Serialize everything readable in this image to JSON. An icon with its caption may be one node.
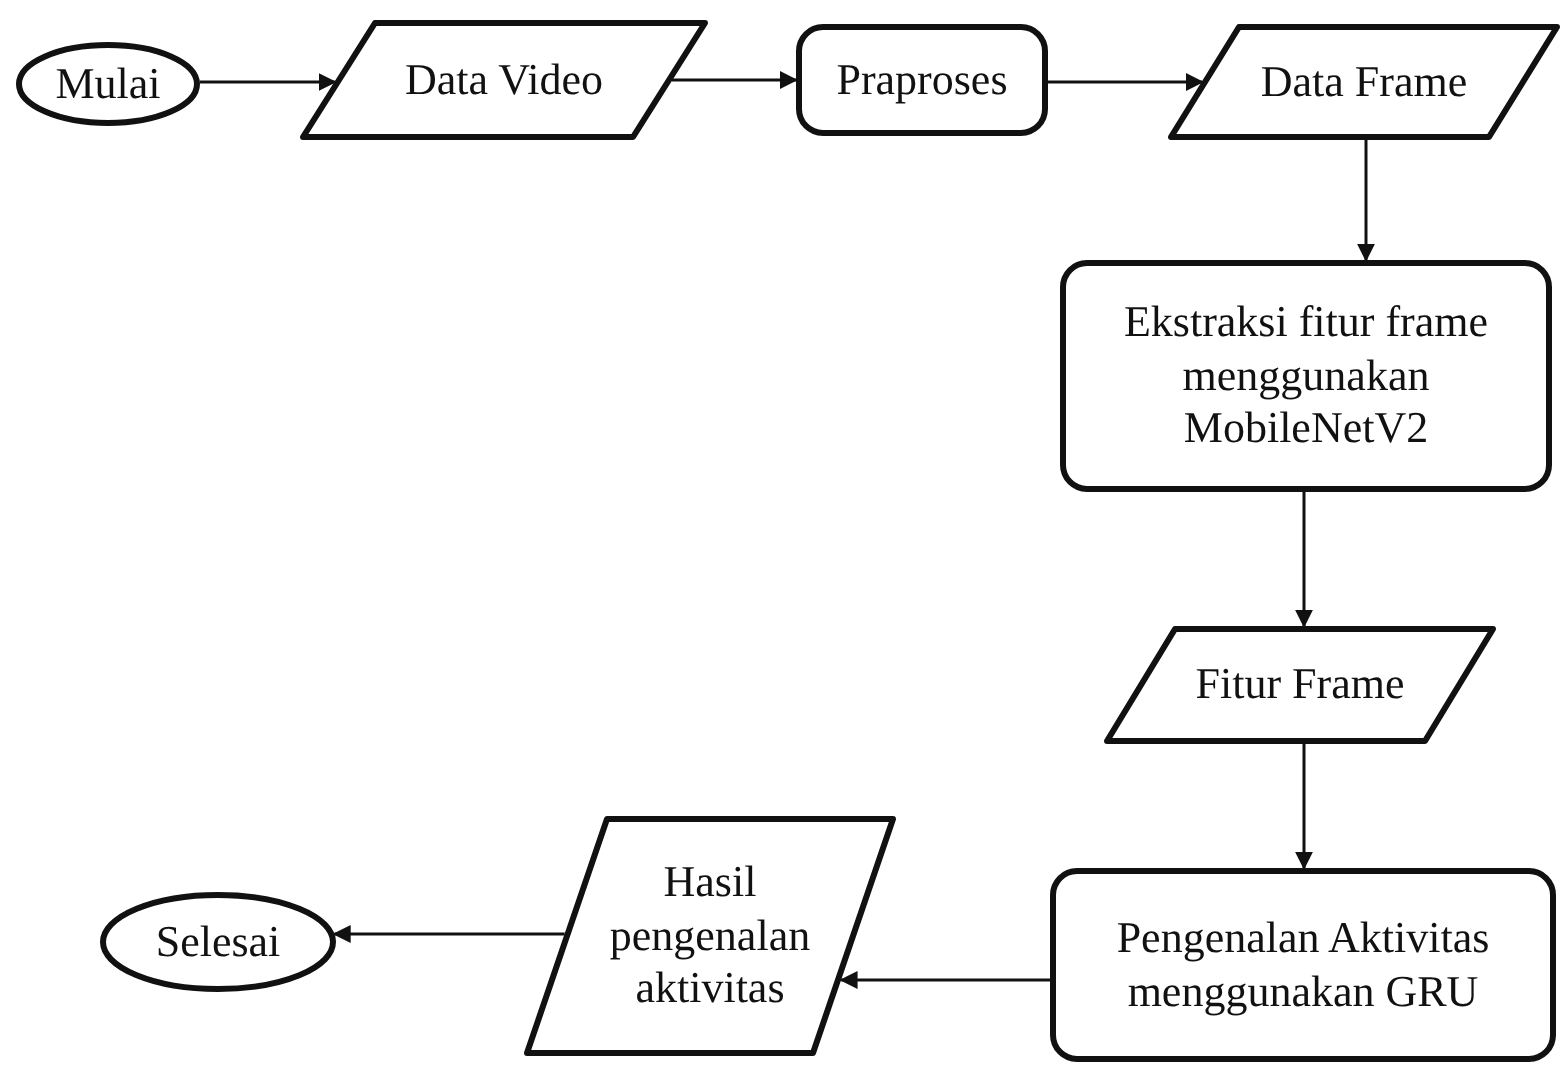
{
  "diagram": {
    "nodes": [
      {
        "text": [
          "Mulai"
        ]
      },
      {
        "text": [
          "Data Video"
        ]
      },
      {
        "text": [
          "Praproses"
        ]
      },
      {
        "text": [
          "Data Frame"
        ]
      },
      {
        "text": [
          "Ekstraksi fitur frame menggunakan MobileNetV2"
        ]
      },
      {
        "text": [
          "Fitur Frame"
        ]
      },
      {
        "text": [
          "Pengenalan Aktivitas menggunakan GRU"
        ]
      },
      {
        "text": [
          "Hasil pengenalan aktivitas"
        ]
      },
      {
        "text": [
          "Selesai"
        ]
      }
    ],
    "edges": [
      {
        "from": 0,
        "to": 1,
        "arrow": "to"
      },
      {
        "from": 1,
        "to": 2,
        "arrow": "to"
      },
      {
        "from": 2,
        "to": 3,
        "arrow": "to"
      },
      {
        "from": 3,
        "to": 4,
        "arrow": "to"
      },
      {
        "from": 4,
        "to": 5,
        "arrow": "to"
      },
      {
        "from": 5,
        "to": 6,
        "arrow": "to"
      },
      {
        "from": 6,
        "to": 7,
        "arrow": "to"
      },
      {
        "from": 7,
        "to": 8,
        "arrow": "to"
      }
    ]
  }
}
